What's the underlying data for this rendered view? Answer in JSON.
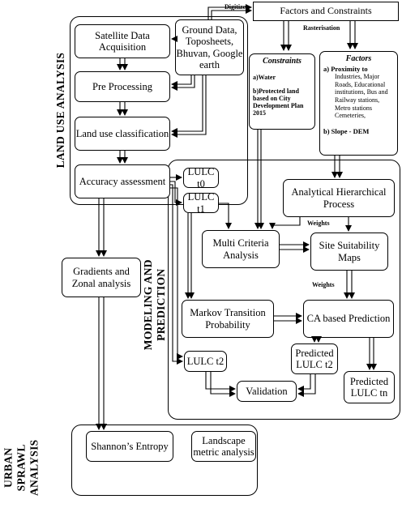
{
  "diagram": {
    "regions": {
      "land_use": "LAND USE ANALYSIS",
      "modeling": "MODELING AND PREDICTION",
      "urban_sprawl": "URBAN SPRAWL ANALYSIS"
    },
    "nodes": {
      "satellite": "Satellite Data Acquisition",
      "ground_data": "Ground Data, Toposheets, Bhuvan, Google earth",
      "pre_processing": "Pre Processing",
      "land_use_classification": "Land use classification",
      "accuracy": "Accuracy assessment",
      "lulc_t0": "LULC t0",
      "lulc_t1": "LULC t1",
      "gradients": "Gradients and Zonal analysis",
      "factors_constraints": "Factors and Constraints",
      "constraints_title": "Constraints",
      "constraints_water": "a)Water",
      "constraints_protected": "b)Protected land based on City Development Plan 2015",
      "factors_title": "Factors",
      "factors_proximity": "a) Proximity to",
      "factors_list": "Industries, Major Roads, Educational institutions, Bus and Railway stations, Metro stations Cemeteries,",
      "factors_slope": "b) Slope - DEM",
      "ahp": "Analytical Hierarchical Process",
      "mca": "Multi Criteria Analysis",
      "site_suitability": "Site Suitability Maps",
      "markov": "Markov Transition Probability",
      "ca_prediction": "CA based Prediction",
      "lulc_t2": "LULC t2",
      "predicted_t2": "Predicted LULC t2",
      "predicted_tn": "Predicted LULC tn",
      "validation": "Validation",
      "shannon": "Shannon’s Entropy",
      "landscape": "Landscape metric analysis"
    },
    "edge_labels": {
      "digitize": "Digitize",
      "rasterisation": "Rasterisation",
      "weights_1": "Weights",
      "weights_2": "Weights"
    }
  }
}
